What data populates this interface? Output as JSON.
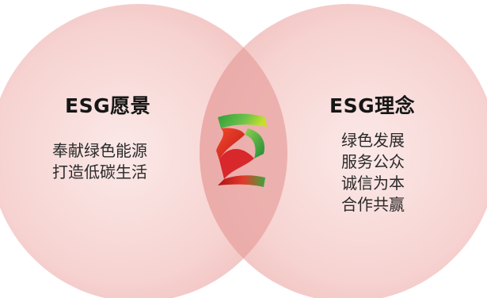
{
  "colors": {
    "circle_fill": "#f4c5c3",
    "overlap_fill": "#e79b98",
    "logo_green": "#3cae3f",
    "logo_red": "#d8282c"
  },
  "left_circle": {
    "title": "ESG愿景",
    "lines": [
      "奉献绿色能源",
      "打造低碳生活"
    ]
  },
  "right_circle": {
    "title": "ESG理念",
    "lines": [
      "绿色发展",
      "服务公众",
      "诚信为本",
      "合作共赢"
    ]
  },
  "center_logo": {
    "icon": "ribbon-logo-icon"
  }
}
